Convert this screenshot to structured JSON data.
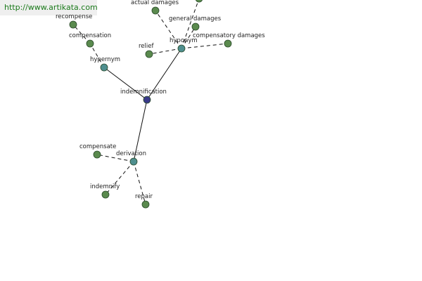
{
  "watermark": "http://www.artikata.com",
  "colors": {
    "root": "#3a3a8a",
    "relation": "#4f8f8f",
    "leaf": "#5a8a4e"
  },
  "graph": {
    "nodes": [
      {
        "id": "indemnification",
        "label": "indemnification",
        "kind": "root"
      },
      {
        "id": "hypernym",
        "label": "hypernym",
        "kind": "relation"
      },
      {
        "id": "hyponym",
        "label": "hyponym",
        "kind": "relation"
      },
      {
        "id": "derivation",
        "label": "derivation",
        "kind": "relation"
      },
      {
        "id": "compensation",
        "label": "compensation",
        "kind": "leaf"
      },
      {
        "id": "recompense",
        "label": "recompense",
        "kind": "leaf"
      },
      {
        "id": "actual-damages",
        "label": "actual damages",
        "kind": "leaf"
      },
      {
        "id": "general-damages",
        "label": "general damages",
        "kind": "leaf"
      },
      {
        "id": "compensatory-damages",
        "label": "compensatory damages",
        "kind": "leaf"
      },
      {
        "id": "relief",
        "label": "relief",
        "kind": "leaf"
      },
      {
        "id": "offscreen-leaf",
        "label": "",
        "kind": "leaf"
      },
      {
        "id": "compensate",
        "label": "compensate",
        "kind": "leaf"
      },
      {
        "id": "indemnify",
        "label": "indemnify",
        "kind": "leaf"
      },
      {
        "id": "repair",
        "label": "repair",
        "kind": "leaf"
      }
    ],
    "edges": [
      {
        "from": "indemnification",
        "to": "hypernym",
        "style": "solid"
      },
      {
        "from": "indemnification",
        "to": "hyponym",
        "style": "solid"
      },
      {
        "from": "indemnification",
        "to": "derivation",
        "style": "solid"
      },
      {
        "from": "hypernym",
        "to": "compensation",
        "style": "dashed"
      },
      {
        "from": "compensation",
        "to": "recompense",
        "style": "dashed"
      },
      {
        "from": "hyponym",
        "to": "actual-damages",
        "style": "dashed"
      },
      {
        "from": "hyponym",
        "to": "general-damages",
        "style": "dashed"
      },
      {
        "from": "hyponym",
        "to": "compensatory-damages",
        "style": "dashed"
      },
      {
        "from": "hyponym",
        "to": "relief",
        "style": "dashed"
      },
      {
        "from": "hyponym",
        "to": "offscreen-leaf",
        "style": "dashed"
      },
      {
        "from": "derivation",
        "to": "compensate",
        "style": "dashed"
      },
      {
        "from": "derivation",
        "to": "indemnify",
        "style": "dashed"
      },
      {
        "from": "derivation",
        "to": "repair",
        "style": "dashed"
      }
    ]
  }
}
